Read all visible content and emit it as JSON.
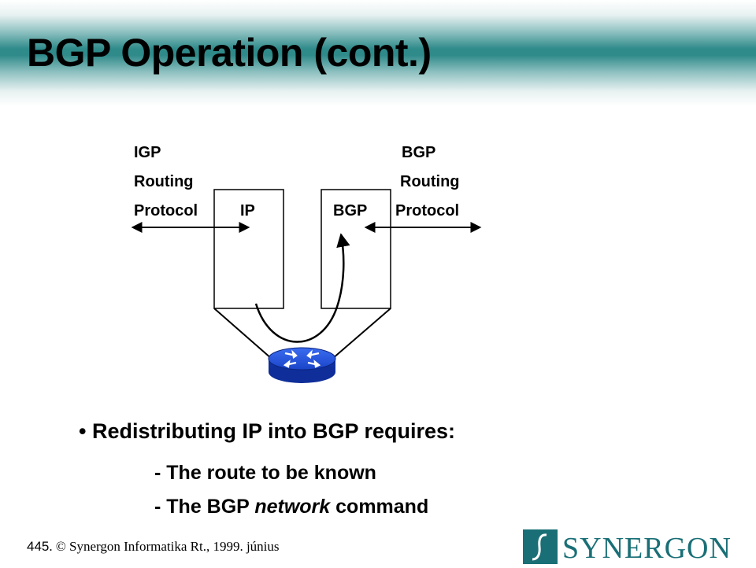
{
  "slide": {
    "title": "BGP Operation (cont.)"
  },
  "diagram": {
    "left_label": [
      "IGP",
      "Routing",
      "Protocol"
    ],
    "right_label": [
      "BGP",
      "Routing",
      "Protocol"
    ],
    "box_ip": "IP",
    "box_bgp": "BGP",
    "router_icon": "router-icon"
  },
  "content": {
    "bullet": "Redistributing IP into BGP requires:",
    "item1": "-  The route to be known",
    "item2_prefix": "- The BGP ",
    "item2_em": "network",
    "item2_suffix": " command"
  },
  "footer": {
    "page_number": "445",
    "copyright": ". © Synergon Informatika Rt., 1999. június"
  },
  "logo": {
    "text": "SYNERGON",
    "color": "#1a6f76"
  },
  "colors": {
    "header_teal": "#2f8a8a",
    "router_blue": "#1f4fd6"
  }
}
